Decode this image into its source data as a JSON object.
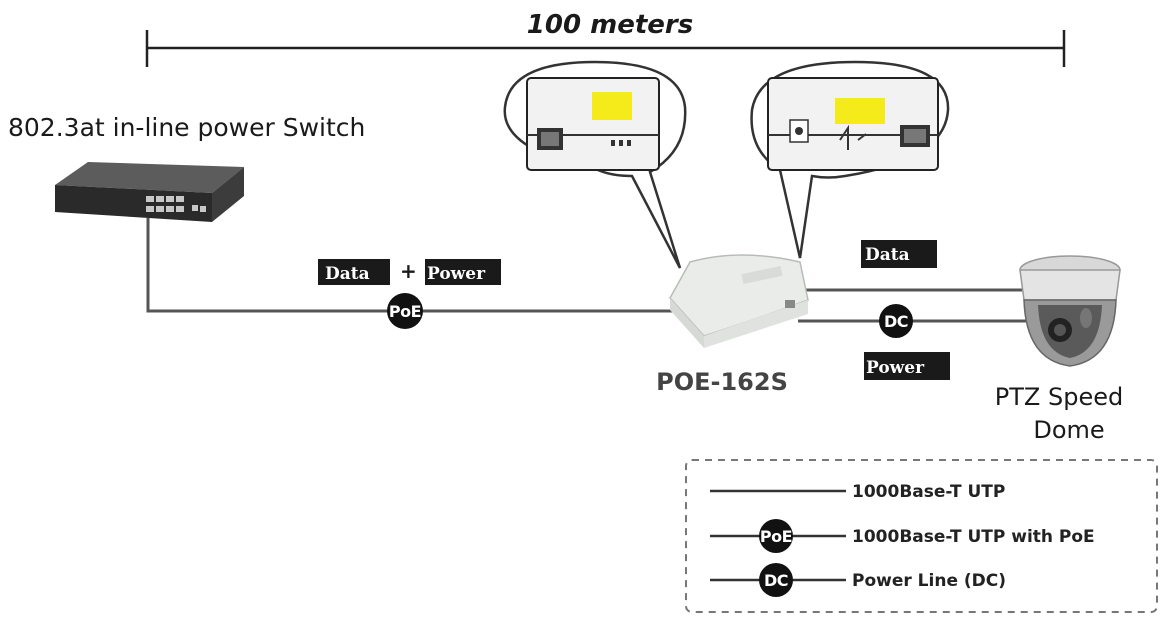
{
  "diagram": {
    "distance_label": "100 meters",
    "switch_label": "802.3at in-line power Switch",
    "device_label": "POE-162S",
    "dome_label_line1": "PTZ Speed",
    "dome_label_line2": "Dome",
    "tag_data_left": "Data",
    "tag_plus": "+",
    "tag_power_left": "Power",
    "tag_data_right": "Data",
    "tag_power_right": "Power",
    "badge_poe": "PoE",
    "badge_dc": "DC"
  },
  "legend": {
    "items": [
      {
        "badge": "",
        "label": "1000Base-T UTP"
      },
      {
        "badge": "PoE",
        "label": "1000Base-T UTP with PoE"
      },
      {
        "badge": "DC",
        "label": "Power Line (DC)"
      }
    ]
  },
  "colors": {
    "line": "#555555",
    "tag_bg": "#1a1a1a",
    "device_body": "#eef0ee",
    "legend_border": "#777777"
  }
}
